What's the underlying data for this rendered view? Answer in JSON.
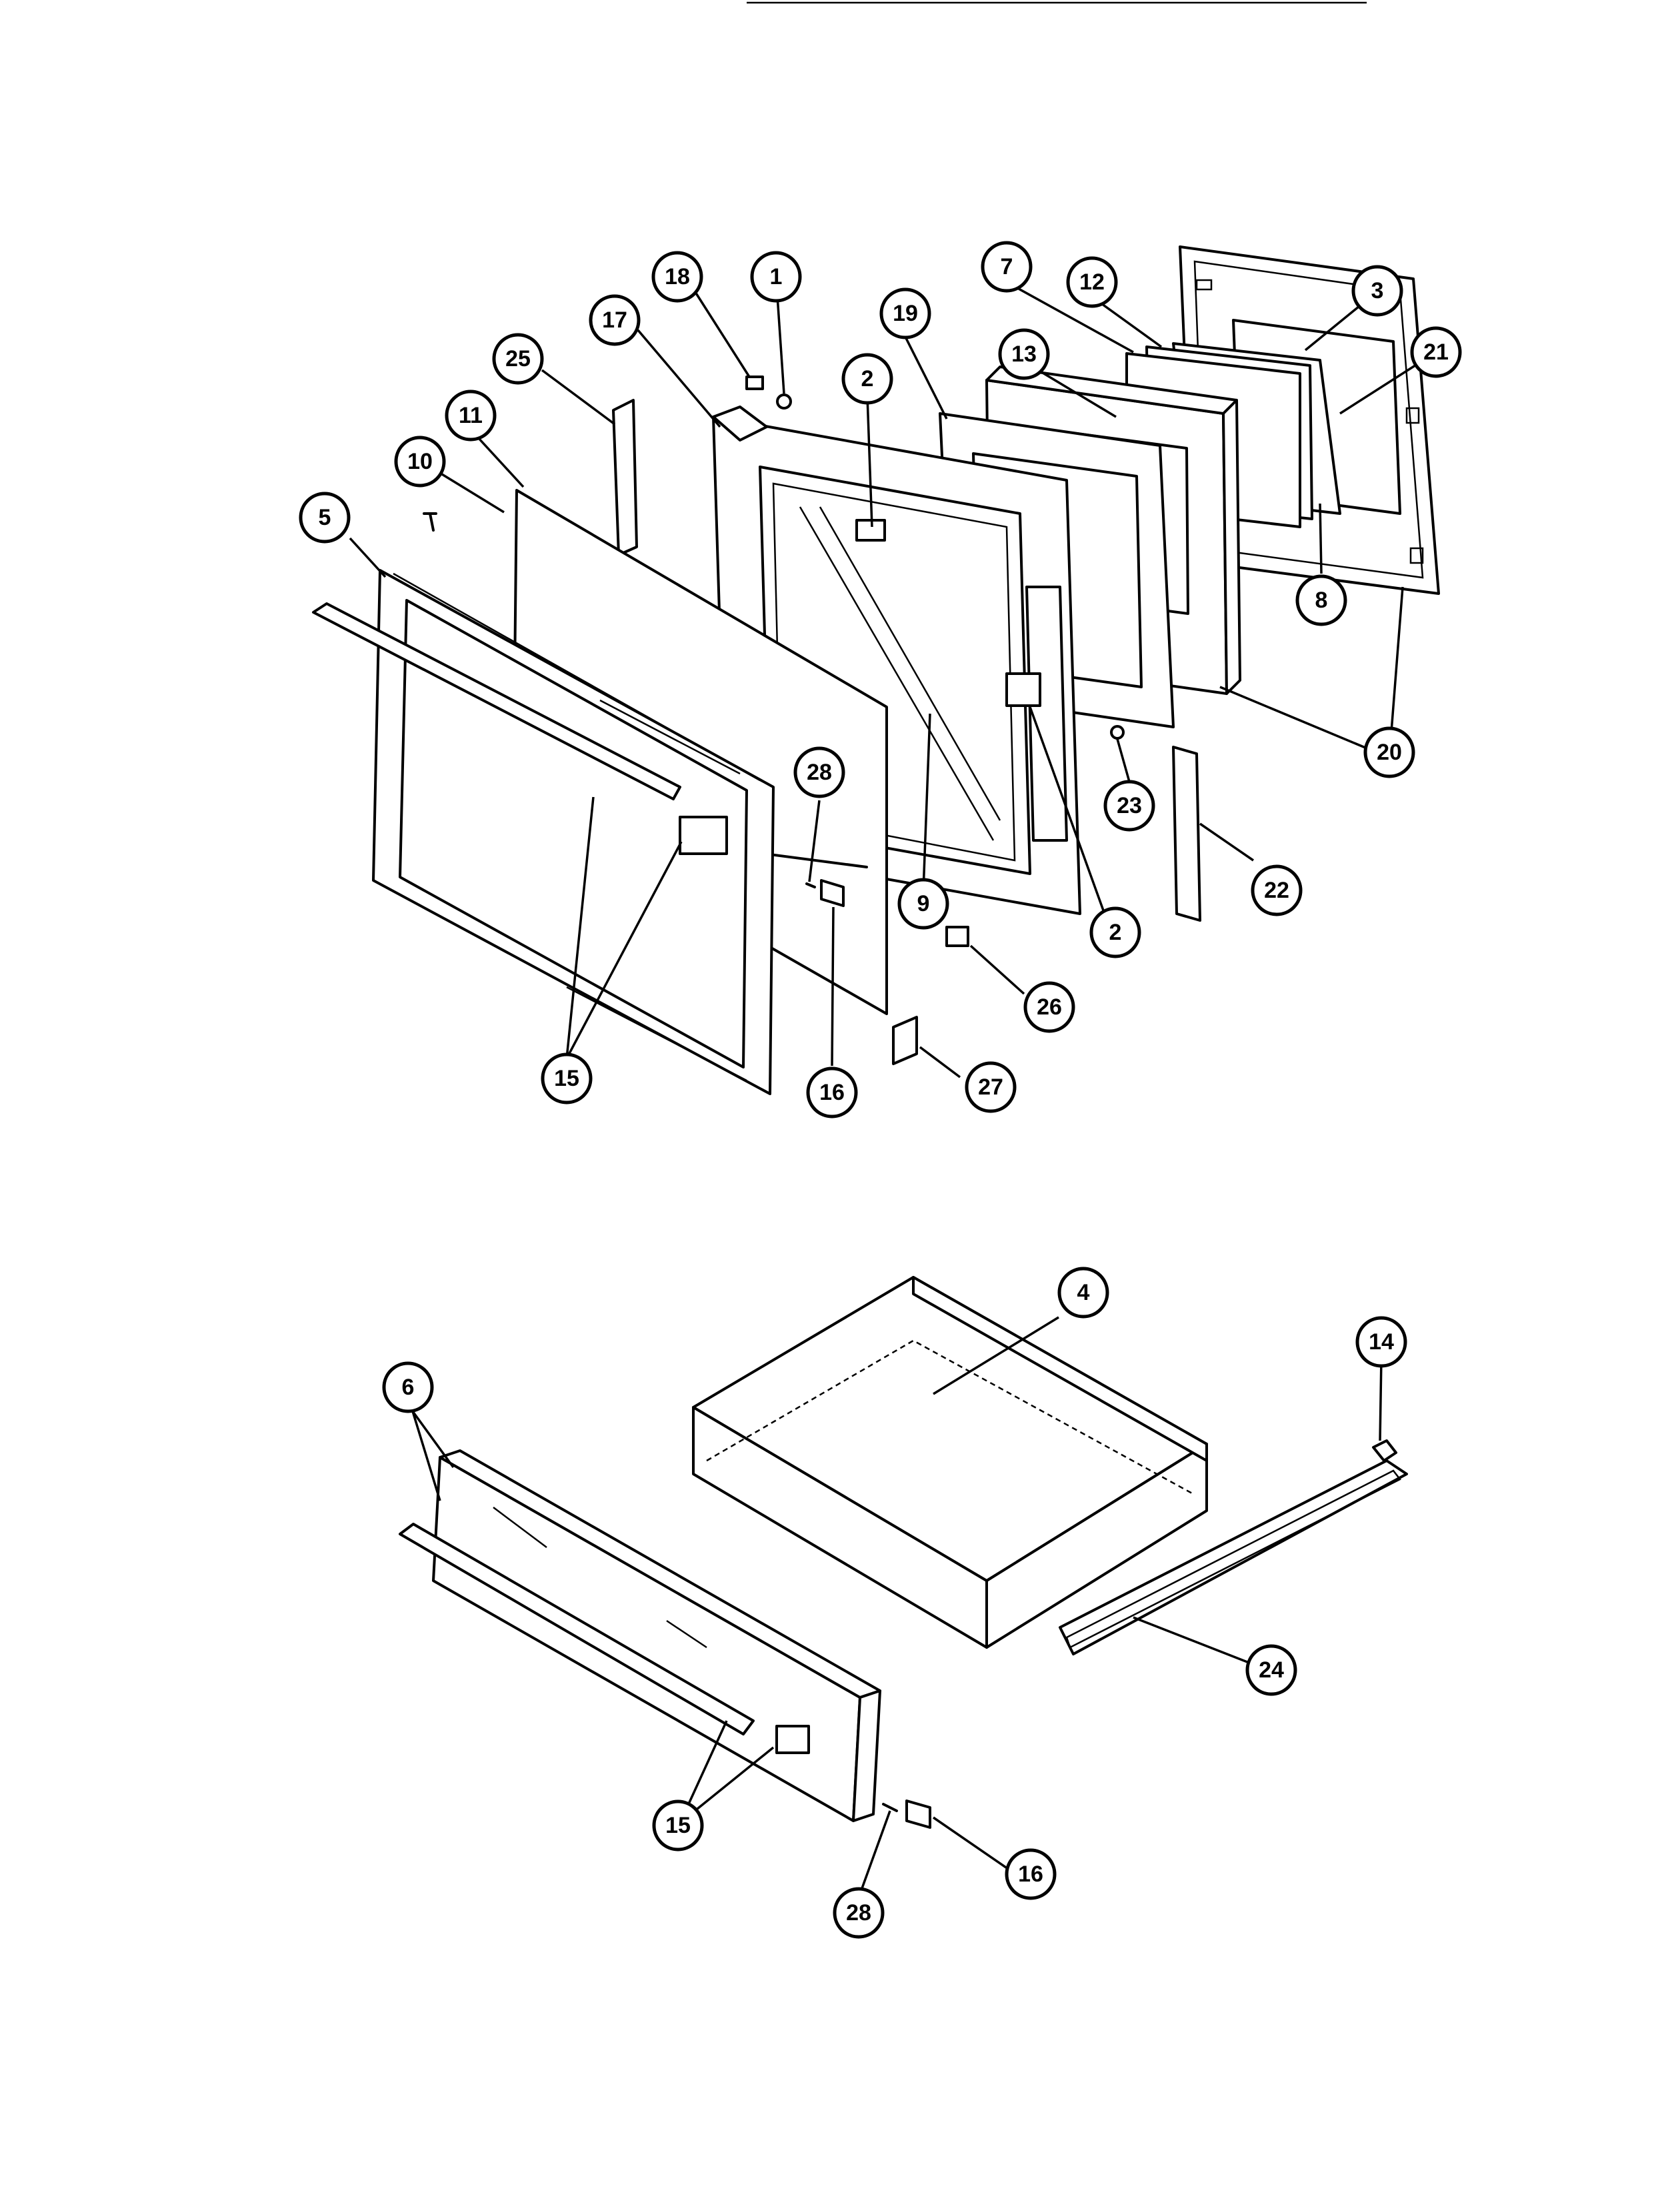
{
  "callouts": [
    {
      "id": "c1",
      "label": "1"
    },
    {
      "id": "c18",
      "label": "18"
    },
    {
      "id": "c17",
      "label": "17"
    },
    {
      "id": "c25",
      "label": "25"
    },
    {
      "id": "c11",
      "label": "11"
    },
    {
      "id": "c10",
      "label": "10"
    },
    {
      "id": "c5",
      "label": "5"
    },
    {
      "id": "c2a",
      "label": "2"
    },
    {
      "id": "c19",
      "label": "19"
    },
    {
      "id": "c7",
      "label": "7"
    },
    {
      "id": "c12",
      "label": "12"
    },
    {
      "id": "c13",
      "label": "13"
    },
    {
      "id": "c3",
      "label": "3"
    },
    {
      "id": "c21",
      "label": "21"
    },
    {
      "id": "c8",
      "label": "8"
    },
    {
      "id": "c20",
      "label": "20"
    },
    {
      "id": "c23",
      "label": "23"
    },
    {
      "id": "c22",
      "label": "22"
    },
    {
      "id": "c28a",
      "label": "28"
    },
    {
      "id": "c9",
      "label": "9"
    },
    {
      "id": "c2b",
      "label": "2"
    },
    {
      "id": "c26",
      "label": "26"
    },
    {
      "id": "c15a",
      "label": "15"
    },
    {
      "id": "c16a",
      "label": "16"
    },
    {
      "id": "c27",
      "label": "27"
    },
    {
      "id": "c4",
      "label": "4"
    },
    {
      "id": "c14",
      "label": "14"
    },
    {
      "id": "c6",
      "label": "6"
    },
    {
      "id": "c24",
      "label": "24"
    },
    {
      "id": "c15b",
      "label": "15"
    },
    {
      "id": "c16b",
      "label": "16"
    },
    {
      "id": "c28b",
      "label": "28"
    }
  ]
}
